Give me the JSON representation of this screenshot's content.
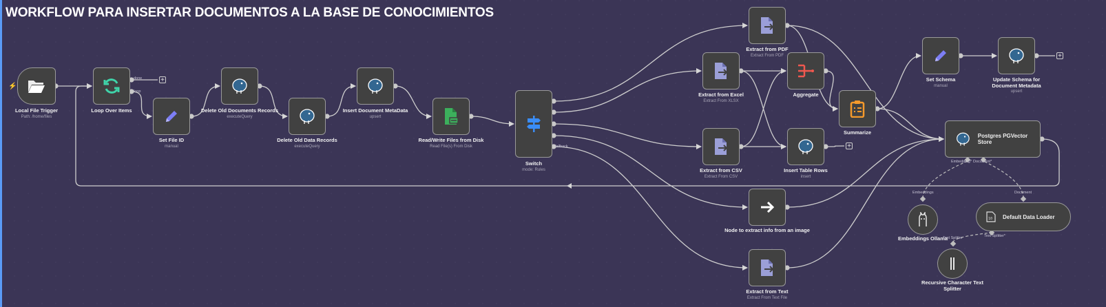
{
  "title": "WORKFLOW PARA INSERTAR DOCUMENTOS A LA BASE DE CONOCIMIENTOS",
  "nodes": {
    "local_file_trigger": {
      "label": "Local File Trigger",
      "sub": "Path: /home/files",
      "icon": "folder-open-icon"
    },
    "loop_over_items": {
      "label": "Loop Over Items",
      "icon": "refresh-icon",
      "ports": [
        "done",
        "loop"
      ]
    },
    "set_file_id": {
      "label": "Set File ID",
      "sub": "manual",
      "icon": "pencil-icon"
    },
    "delete_old_documents": {
      "label": "Delete Old Documents Records",
      "sub": "executeQuery",
      "icon": "postgres-elephant-icon"
    },
    "delete_old_data": {
      "label": "Delete Old Data Records",
      "sub": "executeQuery",
      "icon": "postgres-elephant-icon"
    },
    "insert_document_metadata": {
      "label": "Insert Document MetaData",
      "sub": "upsert",
      "icon": "postgres-elephant-icon"
    },
    "read_write_files": {
      "label": "Read/Write Files from Disk",
      "sub": "Read File(s) From Disk",
      "icon": "file-read-write-icon"
    },
    "switch": {
      "label": "Switch",
      "sub": "mode: Rules",
      "icon": "signpost-icon",
      "ports": [
        "fallback"
      ]
    },
    "extract_pdf": {
      "label": "Extract from PDF",
      "sub": "Extract From PDF",
      "icon": "file-export-icon"
    },
    "extract_excel": {
      "label": "Extract from Excel",
      "sub": "Extract From XLSX",
      "icon": "file-export-icon"
    },
    "extract_csv": {
      "label": "Extract from CSV",
      "sub": "Extract From CSV",
      "icon": "file-export-icon"
    },
    "extract_image": {
      "label": "Node to extract info from an image",
      "icon": "arrow-right-icon"
    },
    "extract_text": {
      "label": "Extract from Text",
      "sub": "Extract From Text File",
      "icon": "file-export-icon"
    },
    "aggregate": {
      "label": "Aggregate",
      "icon": "aggregate-icon"
    },
    "insert_table_rows": {
      "label": "Insert Table Rows",
      "sub": "insert",
      "icon": "postgres-elephant-icon"
    },
    "summarize": {
      "label": "Summarize",
      "icon": "clipboard-list-icon"
    },
    "set_schema": {
      "label": "Set Schema",
      "sub": "manual",
      "icon": "pencil-icon"
    },
    "update_schema": {
      "label": "Update Schema for Document Metadata",
      "sub": "upsert",
      "icon": "postgres-elephant-icon"
    },
    "pgvector_store": {
      "label": "Postgres PGVector Store",
      "icon": "postgres-elephant-icon",
      "ports": [
        "Embedding*",
        "Document*"
      ]
    },
    "embeddings_ollama": {
      "label": "Embeddings Ollama",
      "icon": "ollama-llama-icon",
      "ports": [
        "Embeddings"
      ]
    },
    "default_data_loader": {
      "label": "Default Data Loader",
      "icon": "document-binary-icon",
      "ports": [
        "Document",
        "Text Splitter*"
      ]
    },
    "recursive_text_splitter": {
      "label": "Recursive Character Text Splitter",
      "icon": "text-splitter-icon",
      "ports": [
        "Text Splitter"
      ]
    }
  },
  "colors": {
    "background": "#3b3556",
    "node": "#414141",
    "edge": "#d0d0d0",
    "trigger_bolt": "#ff6d5a",
    "loop_icon": "#3fd4a9",
    "pencil_icon": "#7d7ef5",
    "postgres_icon": "#336791",
    "file_icon_purple": "#9b9fd8",
    "aggregate_icon": "#f0584f",
    "summarize_icon": "#f59a2b",
    "read_write_icon": "#3cb05c",
    "switch_icon": "#3a8df6"
  }
}
